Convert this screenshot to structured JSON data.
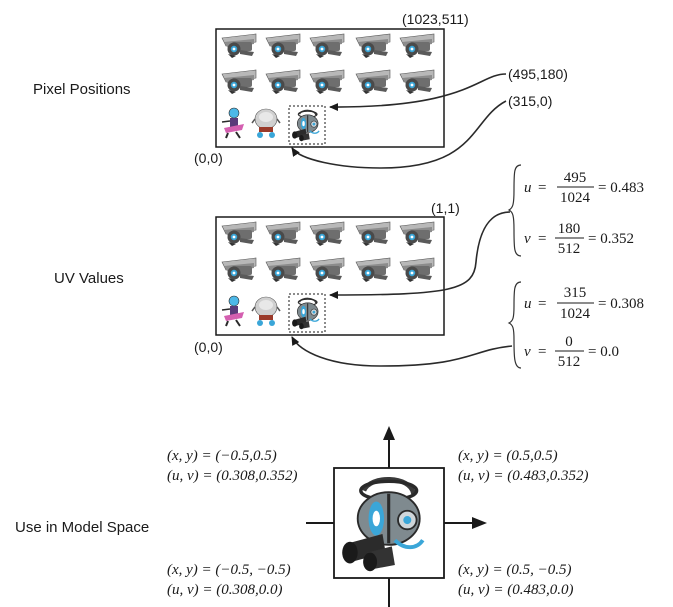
{
  "panels": {
    "pixel": {
      "label": "Pixel Positions",
      "top_right": "(1023,511)",
      "bottom_left": "(0,0)",
      "callout_top": "(495,180)",
      "callout_bottom": "(315,0)"
    },
    "uv": {
      "label": "UV Values",
      "top_right": "(1,1)",
      "bottom_left": "(0,0)"
    }
  },
  "equations": {
    "eq1": {
      "var": "u",
      "num": "495",
      "den": "1024",
      "result": "= 0.483"
    },
    "eq2": {
      "var": "v",
      "num": "180",
      "den": "512",
      "result": "= 0.352"
    },
    "eq3": {
      "var": "u",
      "num": "315",
      "den": "1024",
      "result": "= 0.308"
    },
    "eq4": {
      "var": "v",
      "num": "0",
      "den": "512",
      "result": "= 0.0"
    }
  },
  "model_space": {
    "label": "Use in Model Space",
    "corners": {
      "top_left": {
        "xy": "(x, y) = (−0.5,0.5)",
        "uv": "(u, v) = (0.308,0.352)"
      },
      "top_right": {
        "xy": "(x, y) = (0.5,0.5)",
        "uv": "(u, v) = (0.483,0.352)"
      },
      "bottom_left": {
        "xy": "(x, y) = (−0.5, −0.5)",
        "uv": "(u, v) = (0.308,0.0)"
      },
      "bottom_right": {
        "xy": "(x, y) = (0.5, −0.5)",
        "uv": "(u, v) = (0.483,0.0)"
      }
    }
  },
  "sprites": {
    "grid_columns": 5,
    "grid_rows": 2,
    "bottom_row": [
      "alien-sprite",
      "dome-robot-sprite",
      "eye-robot-sprite"
    ],
    "colors": {
      "metal": "#7a7a7a",
      "dark": "#2b2b2b",
      "eye": "#3aa6d8",
      "alien_pink": "#d45fb0",
      "alien_purple": "#5a3a7a"
    }
  }
}
